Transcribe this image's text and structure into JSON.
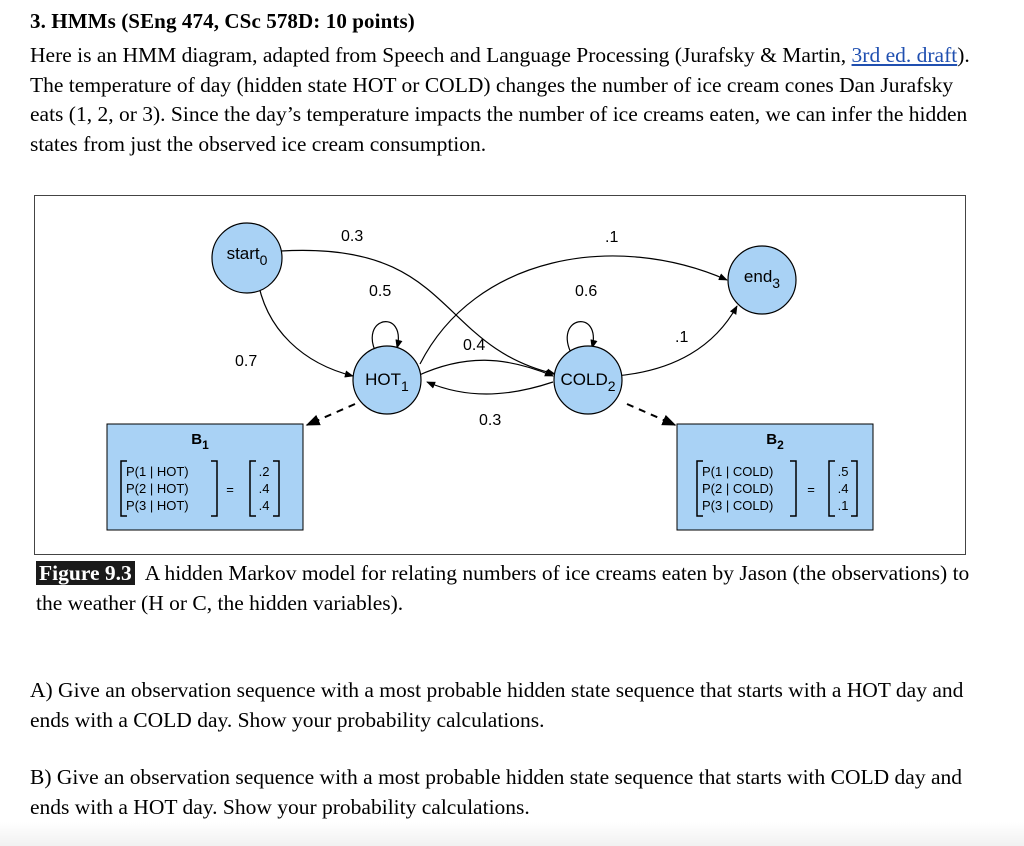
{
  "heading": "3. HMMs (SEng 474, CSc 578D: 10 points)",
  "intro": {
    "before_link": "Here is an HMM diagram, adapted from Speech and Language Processing (Jurafsky & Martin, ",
    "link": "3rd ed. draft",
    "after_link": ").  The temperature of day (hidden state HOT or COLD) changes the number of ice cream cones Dan Jurafsky eats (1, 2, or 3).  Since the day’s temperature impacts the number of ice creams eaten, we can infer the hidden states from just the observed ice cream consumption."
  },
  "diagram": {
    "nodes": {
      "start": {
        "label": "start",
        "sub": "0"
      },
      "hot": {
        "label": "HOT",
        "sub": "1"
      },
      "cold": {
        "label": "COLD",
        "sub": "2"
      },
      "end": {
        "label": "end",
        "sub": "3"
      }
    },
    "edges": {
      "start_to_cold": "0.3",
      "start_to_hot": "0.7",
      "hot_self": "0.5",
      "cold_self": "0.6",
      "hot_to_cold": "0.4",
      "cold_to_hot": "0.3",
      "hot_to_end": ".1",
      "cold_to_end": ".1"
    },
    "b1": {
      "title": "B",
      "title_sub": "1",
      "rows": [
        "P(1 | HOT)",
        "P(2 | HOT)",
        "P(3 | HOT)"
      ],
      "equals": "=",
      "values": [
        ".2",
        ".4",
        ".4"
      ]
    },
    "b2": {
      "title": "B",
      "title_sub": "2",
      "rows": [
        "P(1 | COLD)",
        "P(2 | COLD)",
        "P(3 | COLD)"
      ],
      "equals": "=",
      "values": [
        ".5",
        ".4",
        ".1"
      ]
    },
    "colors": {
      "node_fill": "#a9d2f5",
      "box_fill": "#a9d2f5",
      "stroke": "#000000"
    }
  },
  "caption": {
    "label": "Figure 9.3",
    "text": "A hidden Markov model for relating numbers of ice creams eaten by Jason (the observations) to the weather (H or C, the hidden variables)."
  },
  "question_a": "A) Give an observation sequence with a most probable hidden state sequence that starts with a HOT day and ends with a COLD day.  Show your probability calculations.",
  "question_b": "B) Give an observation sequence with a most probable hidden state sequence that starts with COLD day and ends with a HOT day.  Show your probability calculations."
}
